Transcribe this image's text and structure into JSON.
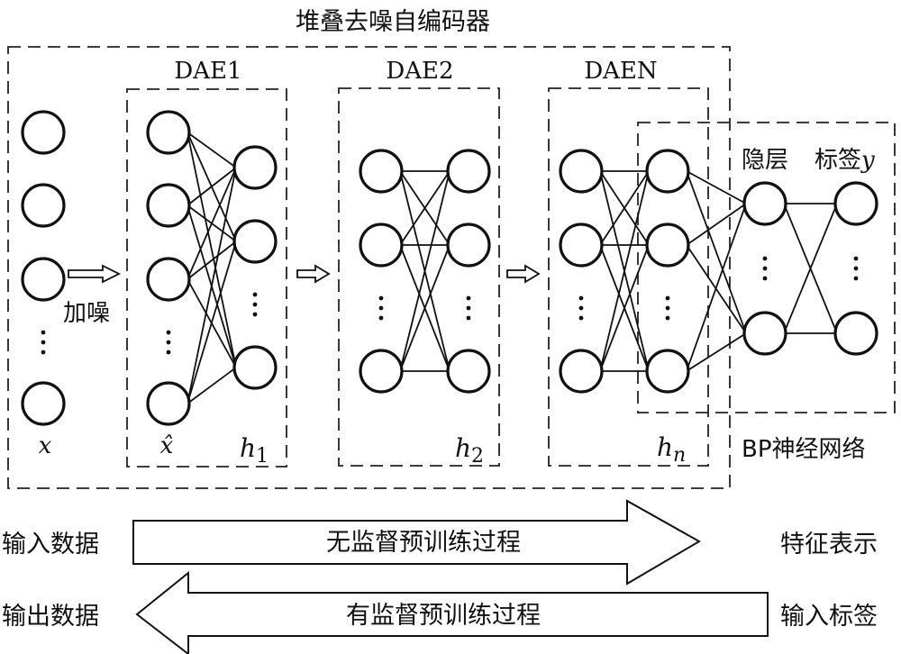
{
  "title": "堆叠去噪自编码器",
  "modules": {
    "dae1": "DAE1",
    "dae2": "DAE2",
    "daen": "DAEN"
  },
  "labels": {
    "input": "x",
    "noisy_input": "x̂",
    "noise": "加噪",
    "h1": "h",
    "h1_sub": "1",
    "h2": "h",
    "h2_sub": "2",
    "hn": "h",
    "hn_sub": "n",
    "hidden_layer": "隐层",
    "label_y_prefix": "标签",
    "label_y_var": "y",
    "bp_network": "BP神经网络"
  },
  "flow": {
    "left_top": "输入数据",
    "left_bottom": "输出数据",
    "right_top": "特征表示",
    "right_bottom": "输入标签",
    "forward_arrow": "无监督预训练过程",
    "backward_arrow": "有监督预训练过程"
  },
  "ellipsis": "⋮"
}
